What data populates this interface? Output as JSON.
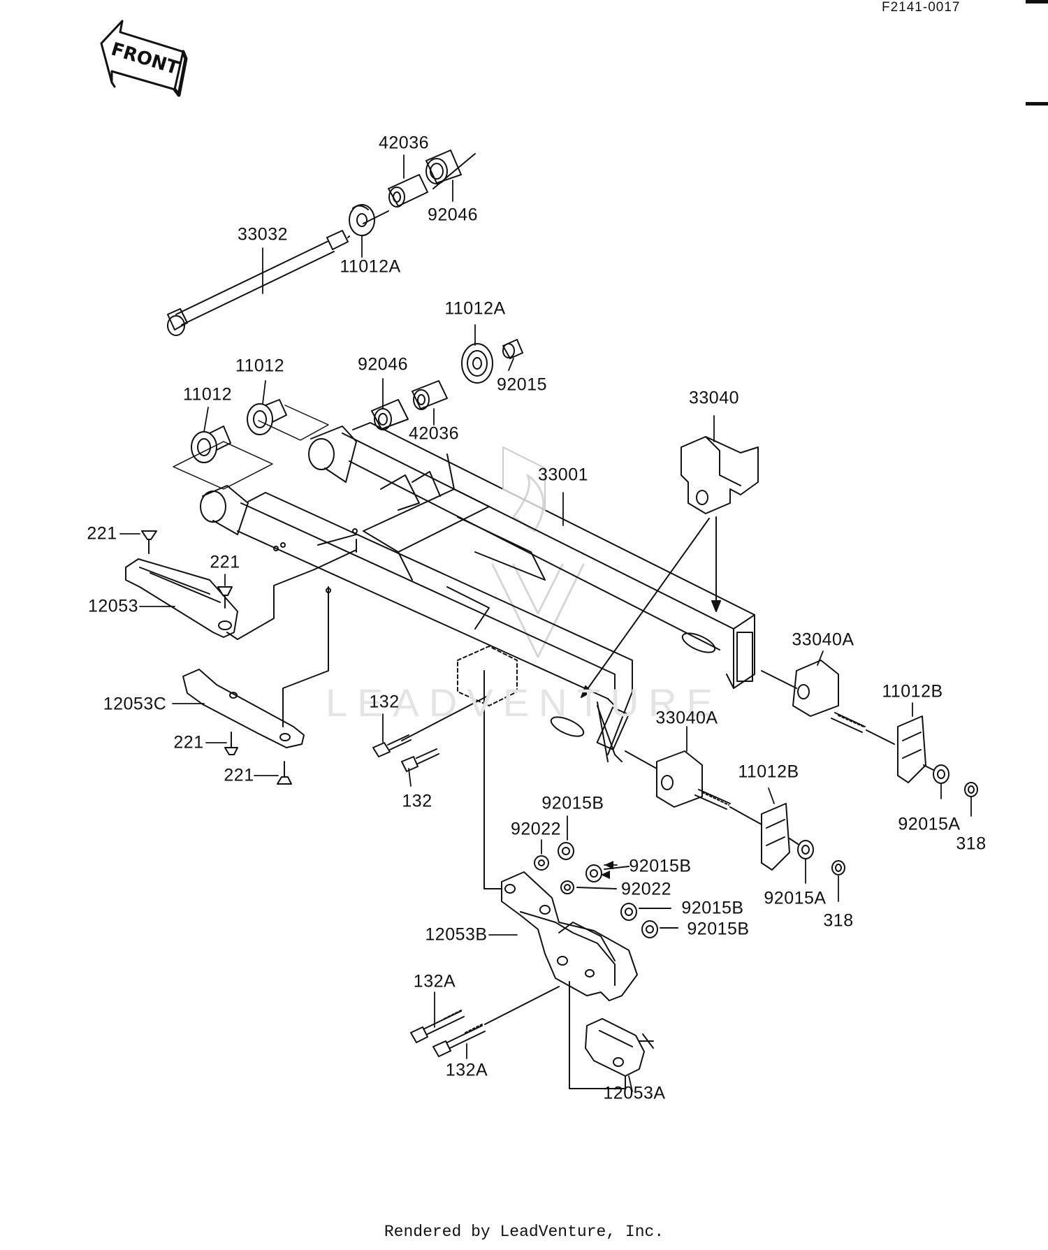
{
  "header": {
    "figure_code": "F2141-0017"
  },
  "front_arrow": {
    "text": "FRONT"
  },
  "footer": {
    "rendered_by": "Rendered by LeadVenture, Inc."
  },
  "watermark": {
    "text": "LEADVENTURE"
  },
  "parts": {
    "p42036_top": "42036",
    "p92046_top": "92046",
    "p33032": "33032",
    "p11012A_top": "11012A",
    "p11012A_mid": "11012A",
    "p92046_mid": "92046",
    "p92015": "92015",
    "p42036_mid": "42036",
    "p11012_a": "11012",
    "p11012_b": "11012",
    "p33040": "33040",
    "p33001": "33001",
    "p221_a": "221",
    "p221_b": "221",
    "p12053": "12053",
    "p33040A_r": "33040A",
    "p11012B_r": "11012B",
    "p12053C": "12053C",
    "p132_a": "132",
    "p33040A_m": "33040A",
    "p221_c": "221",
    "p221_d": "221",
    "p132_b": "132",
    "p11012B_m": "11012B",
    "p92015B_a": "92015B",
    "p92015A_r": "92015A",
    "p318_r": "318",
    "p92022_a": "92022",
    "p92015B_b": "92015B",
    "p92022_b": "92022",
    "p92015A_m": "92015A",
    "p318_m": "318",
    "p92015B_c": "92015B",
    "p12053B": "12053B",
    "p92015B_d": "92015B",
    "p132A_a": "132A",
    "p132A_b": "132A",
    "p12053A": "12053A"
  }
}
